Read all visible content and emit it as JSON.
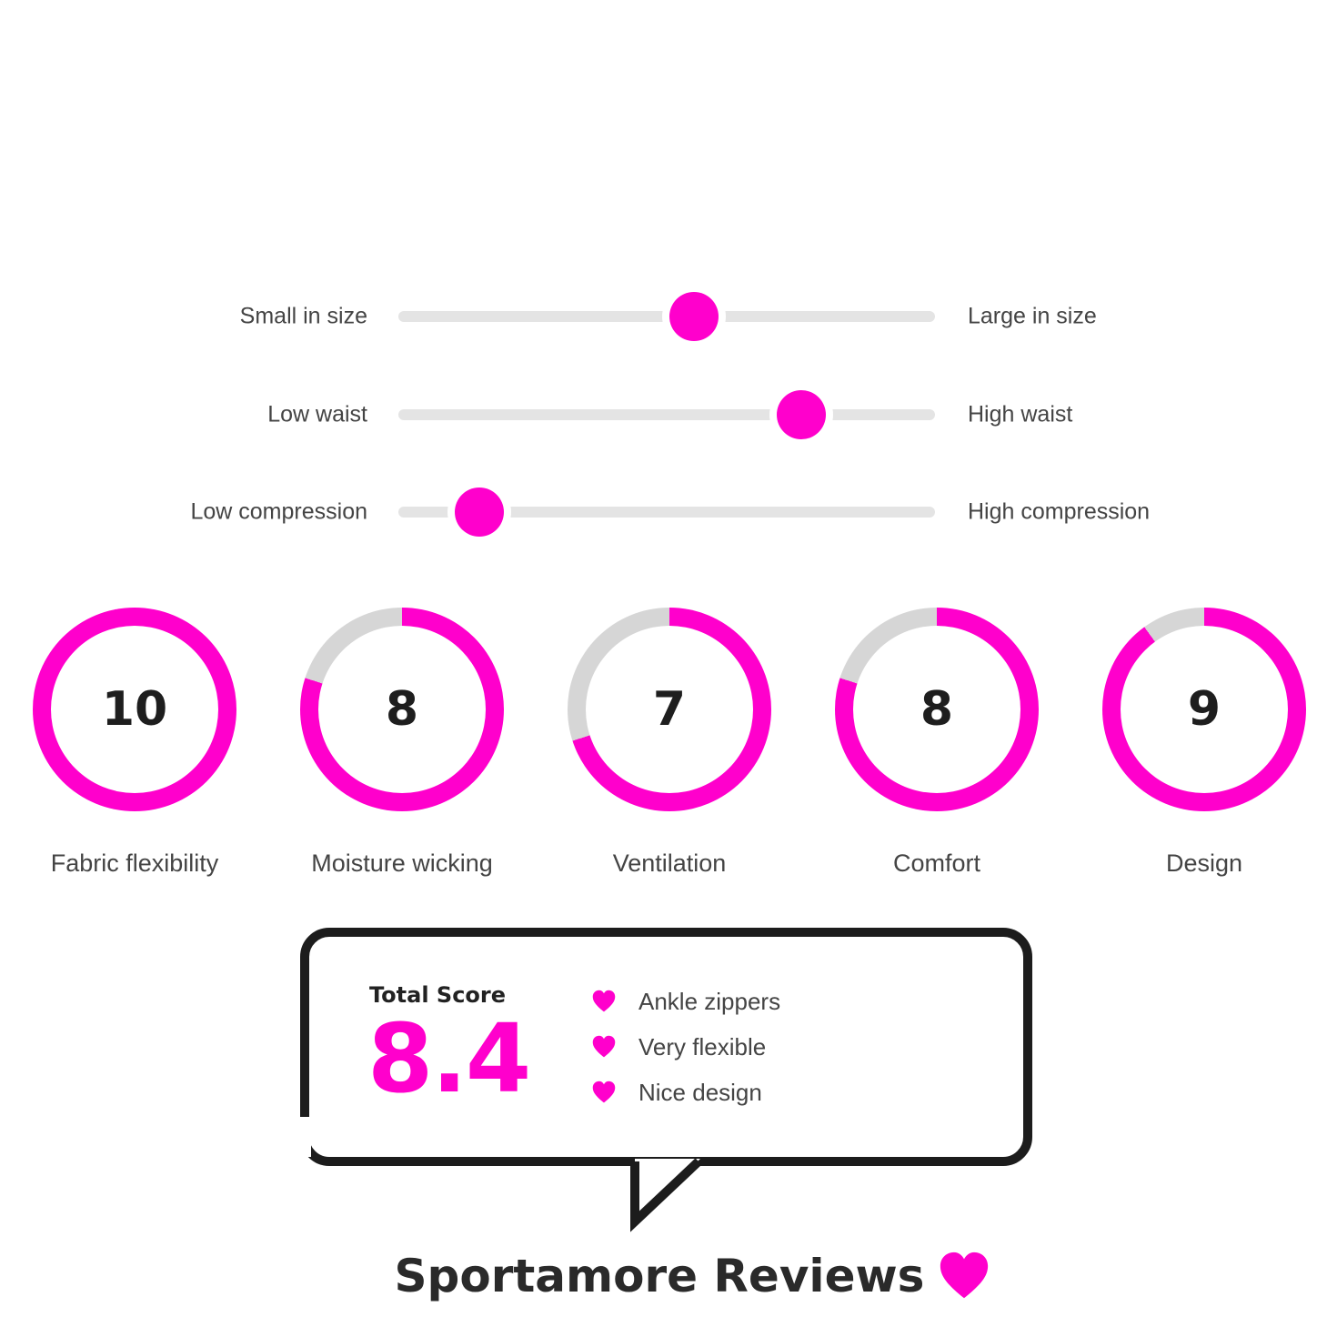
{
  "colors": {
    "accent": "#ff00cc",
    "track": "#e4e4e4",
    "text": "#444444",
    "dark": "#1c1c1c"
  },
  "sliders": [
    {
      "left_label": "Small in size",
      "right_label": "Large in size",
      "value": 0.55
    },
    {
      "left_label": "Low waist",
      "right_label": "High waist",
      "value": 0.75
    },
    {
      "left_label": "Low compression",
      "right_label": "High compression",
      "value": 0.15
    }
  ],
  "scores": [
    {
      "label": "Fabric flexibility",
      "value": "10",
      "max": 10
    },
    {
      "label": "Moisture wicking",
      "value": "8",
      "max": 10
    },
    {
      "label": "Ventilation",
      "value": "7",
      "max": 10
    },
    {
      "label": "Comfort",
      "value": "8",
      "max": 10
    },
    {
      "label": "Design",
      "value": "9",
      "max": 10
    }
  ],
  "summary": {
    "total_label": "Total Score",
    "total_value": "8.4",
    "pros": [
      {
        "icon": "heart-icon",
        "text": "Ankle zippers"
      },
      {
        "icon": "heart-icon",
        "text": "Very flexible"
      },
      {
        "icon": "heart-icon",
        "text": "Nice design"
      }
    ]
  },
  "brand": {
    "text": "Sportamore Reviews",
    "icon": "heart-icon"
  }
}
